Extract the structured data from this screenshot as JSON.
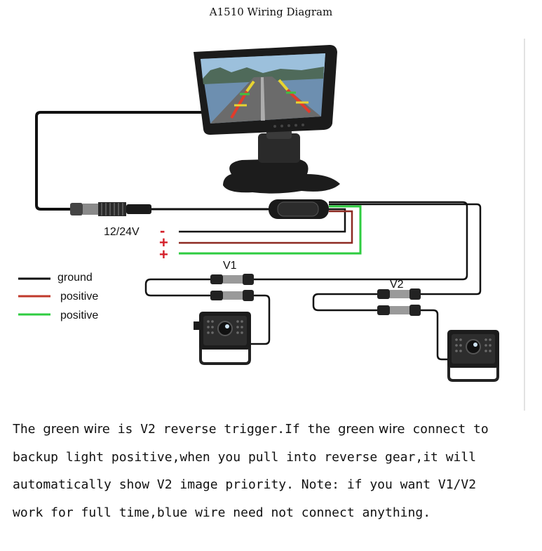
{
  "title": "A1510 Wiring Diagram",
  "power_label": "12/24V",
  "signs": {
    "minus": "-",
    "plus1": "+",
    "plus2": "+"
  },
  "camera_labels": {
    "v1": "V1",
    "v2": "V2"
  },
  "legend": [
    {
      "label": "ground",
      "color": "#111111"
    },
    {
      "label": "positive",
      "color": "#c0392b"
    },
    {
      "label": "positive",
      "color": "#2ecc40"
    }
  ],
  "colors": {
    "wire_black": "#111111",
    "wire_red": "#8e2a22",
    "wire_green": "#2ecc40",
    "sign_red": "#d4202a"
  },
  "note": {
    "line1_a": "The ",
    "line1_b": "green wire",
    "line1_c": " is V2 reverse trigger.If the ",
    "line1_d": "green wire",
    "line1_e": " connect to",
    "line2": "backup light positive,when you pull into reverse gear,it will",
    "line3": "automatically show V2 image priority. Note: if you want V1/V2",
    "line4": "work for full time,blue wire need not connect anything."
  }
}
